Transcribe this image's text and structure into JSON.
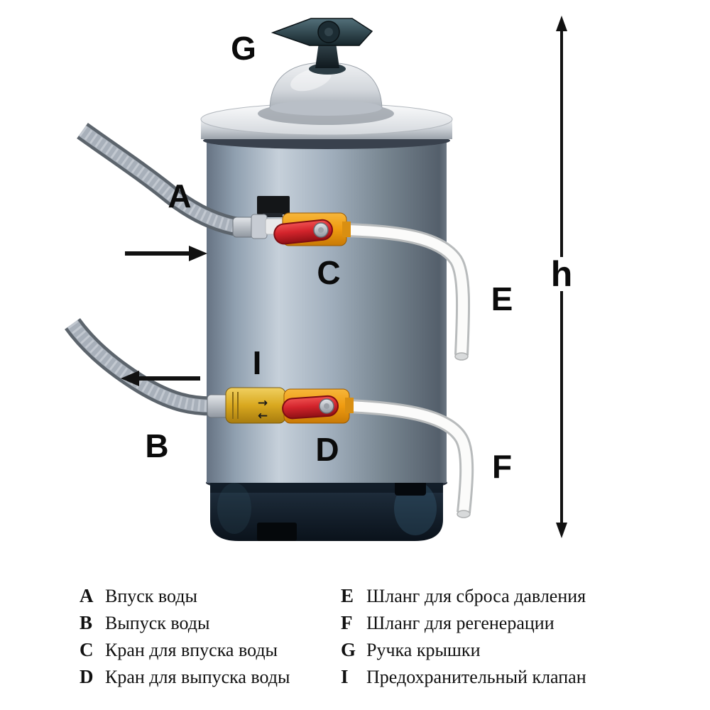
{
  "labels": {
    "A": "A",
    "B": "B",
    "C": "C",
    "D": "D",
    "E": "E",
    "F": "F",
    "G": "G",
    "I": "I"
  },
  "dimension": {
    "h": "h"
  },
  "valve_markings": {
    "right": "→",
    "left": "←"
  },
  "legend": {
    "left": [
      {
        "letter": "A",
        "text": "Впуск воды"
      },
      {
        "letter": "B",
        "text": "Выпуск воды"
      },
      {
        "letter": "C",
        "text": "Кран для впуска воды"
      },
      {
        "letter": "D",
        "text": "Кран для выпуска воды"
      }
    ],
    "right": [
      {
        "letter": "E",
        "text": "Шланг для сброса давления"
      },
      {
        "letter": "F",
        "text": "Шланг для регенерации"
      },
      {
        "letter": "G",
        "text": "Ручка крышки"
      },
      {
        "letter": "I",
        "text": "Предохранительный клапан"
      }
    ]
  },
  "colors": {
    "valve_red": "#d3242c",
    "valve_orange": "#ef9b10",
    "safety_valve_brass": "#d9a81f",
    "tank_gray": "#a0aebc",
    "base_dark": "#14202c",
    "hose_white": "#fbfbfa",
    "hose_gray": "#9aa4ae",
    "arrow_black": "#111111"
  }
}
